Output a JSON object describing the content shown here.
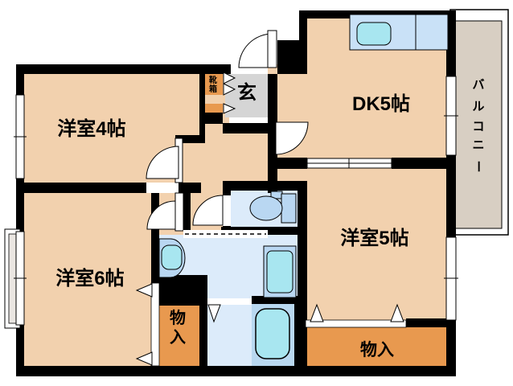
{
  "floorplan": {
    "rooms": {
      "western4": {
        "label": "洋室4帖"
      },
      "dk": {
        "label": "DK5帖"
      },
      "western5": {
        "label": "洋室5帖"
      },
      "western6": {
        "label": "洋室6帖"
      },
      "entrance": {
        "label": "玄"
      },
      "balcony": {
        "label": "バルコニー",
        "chars": [
          "バ",
          "ル",
          "コ",
          "ニ",
          "ー"
        ]
      },
      "shoebox": {
        "label": "靴箱",
        "chars": [
          "靴",
          "箱"
        ]
      },
      "storage_west": {
        "label": "物入",
        "chars": [
          "物",
          "入"
        ]
      },
      "storage_south": {
        "label": "物入"
      }
    },
    "fixture_icons": [
      "kitchen-sink-icon",
      "toilet-icon",
      "washbasin-icon",
      "washing-machine-pan-icon",
      "bathtub-icon",
      "door-swing-icon",
      "window-icon",
      "sliding-door-icon",
      "closet-door-triangle-icon",
      "bifold-door-icon"
    ],
    "colors": {
      "wall": "#000000",
      "room_floor": "#f2d1ae",
      "entrance_floor": "#d5d5d5",
      "storage_fill": "#e8994f",
      "wet_floor": "#dcebfa",
      "bath_inner_floor": "#b9d8f0",
      "fixture_fill": "#b9d7f2",
      "fixture_accent": "#a8e6f0",
      "counter_fill": "#c9e1f7",
      "balcony_floor": "#d8cfc3",
      "bay_inner": "#eae6e2"
    }
  }
}
